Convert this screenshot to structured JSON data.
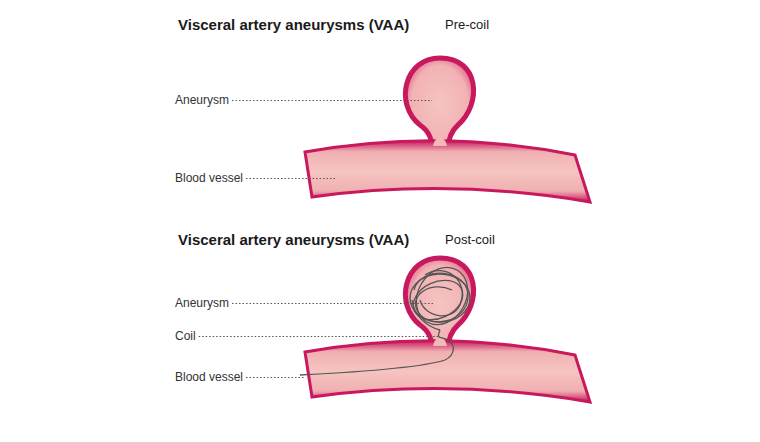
{
  "diagram": {
    "labels": [
      "Visceral artery aneurysms (VAA)",
      "Pre-coil",
      "Aneurysm",
      "Blood vessel",
      "Visceral artery aneurysms (VAA)",
      "Post-coil",
      "Aneurysm",
      "Coil",
      "Blood vessel"
    ]
  }
}
